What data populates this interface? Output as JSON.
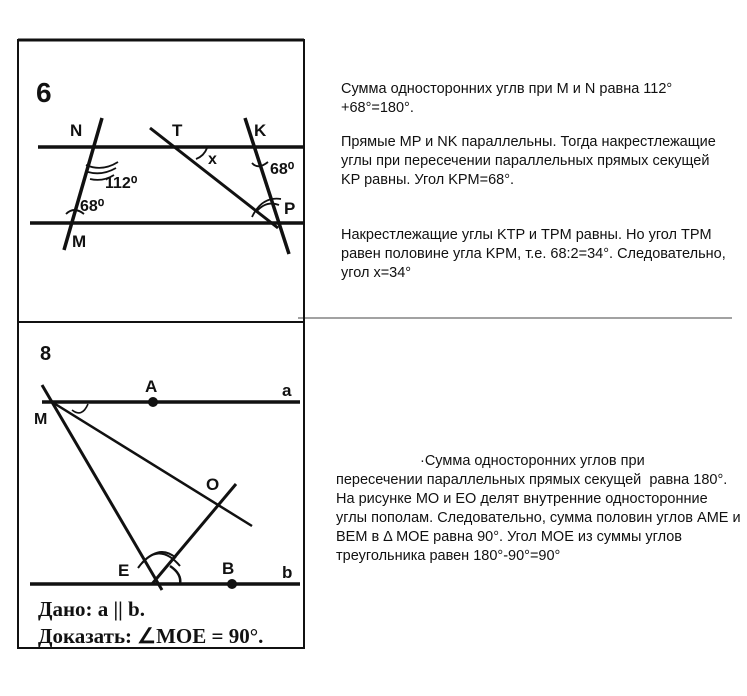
{
  "problem6": {
    "number": "6",
    "labels": {
      "N": "N",
      "T": "T",
      "K": "K",
      "M": "M",
      "P": "P",
      "x": "x"
    },
    "angles": {
      "angle_n": "112⁰",
      "angle_m": "68⁰",
      "angle_k": "68⁰"
    },
    "solution": [
      "Сумма односторонних углв при M и N равна 112° +68°=180°.",
      "Прямые MP и NK параллельны. Тогда накрестлежащие углы при пересечении параллельных прямых секущей KP равны. Угол KPM=68°.",
      " Накрестлежащие углы KTP и TPM равны. Но угол TPM равен половине угла KPM, т.е. 68:2=34°. Следовательно, угол x=34°"
    ]
  },
  "problem8": {
    "number": "8",
    "labels": {
      "A": "A",
      "a": "a",
      "M": "M",
      "O": "O",
      "E": "E",
      "B": "B",
      "b": "b"
    },
    "given": "Дано:  a || b.",
    "prove": "Доказать:  ∠MOE = 90°.",
    "solution": "·Сумма односторонних углов при\nпересечении параллельных прямых секущей  равна 180°. На рисунке MO и EO  делят внутренние односторонние углы пополам. Следовательно, сумма половин углов AME и BEM в Δ MOE равна 90°. Угол MOE из суммы углов треугольника равен 180°-90°=90°"
  }
}
